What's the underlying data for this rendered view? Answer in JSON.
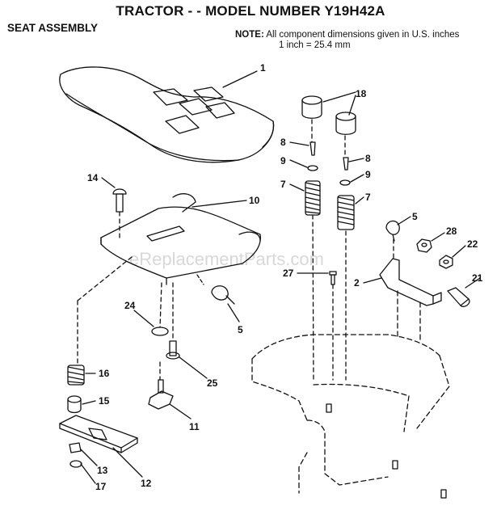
{
  "header": {
    "title": "TRACTOR - - MODEL NUMBER Y19H42A",
    "section": "SEAT ASSEMBLY",
    "note_label": "NOTE:",
    "note_line1": "All component dimensions given in U.S. inches",
    "note_line2": "1 inch = 25.4 mm"
  },
  "watermark": "eReplacementParts.com",
  "callouts": {
    "c1": "1",
    "c18": "18",
    "c8a": "8",
    "c8b": "8",
    "c9a": "9",
    "c9b": "9",
    "c7a": "7",
    "c7b": "7",
    "c14": "14",
    "c10": "10",
    "c5a": "5",
    "c5b": "5",
    "c28": "28",
    "c22": "22",
    "c27": "27",
    "c2": "2",
    "c21": "21",
    "c24": "24",
    "c16": "16",
    "c25": "25",
    "c15": "15",
    "c11": "11",
    "c13": "13",
    "c17": "17",
    "c12": "12"
  }
}
